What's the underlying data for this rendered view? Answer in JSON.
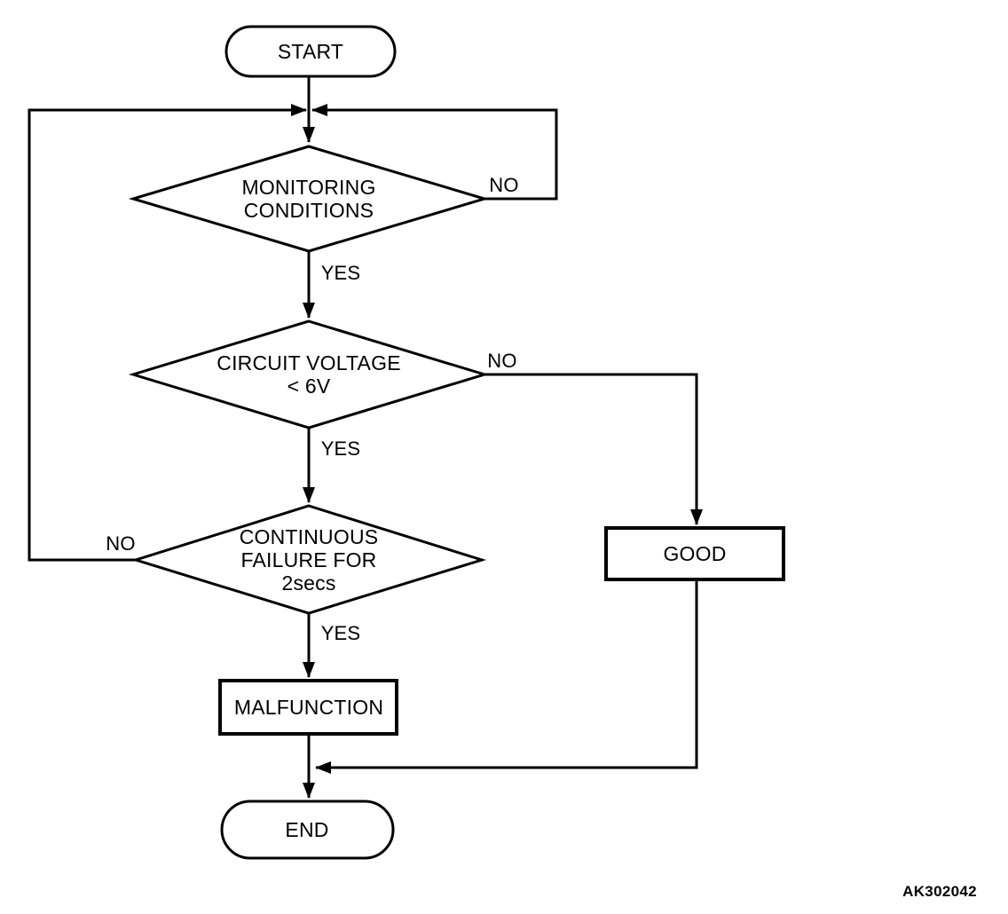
{
  "nodes": {
    "start": {
      "label": "START"
    },
    "monitoring": {
      "lines": [
        "MONITORING",
        "CONDITIONS"
      ]
    },
    "voltage": {
      "lines": [
        "CIRCUIT VOLTAGE",
        "< 6V"
      ]
    },
    "continuous": {
      "lines": [
        "CONTINUOUS",
        "FAILURE FOR",
        "2secs"
      ]
    },
    "good": {
      "label": "GOOD"
    },
    "malfunction": {
      "label": "MALFUNCTION"
    },
    "end": {
      "label": "END"
    }
  },
  "edges": {
    "monitoring_no": "NO",
    "monitoring_yes": "YES",
    "voltage_no": "NO",
    "voltage_yes": "YES",
    "continuous_no": "NO",
    "continuous_yes": "YES"
  },
  "figure_id": "AK302042",
  "colors": {
    "line": "#000000",
    "background": "#ffffff",
    "text": "#000000"
  }
}
